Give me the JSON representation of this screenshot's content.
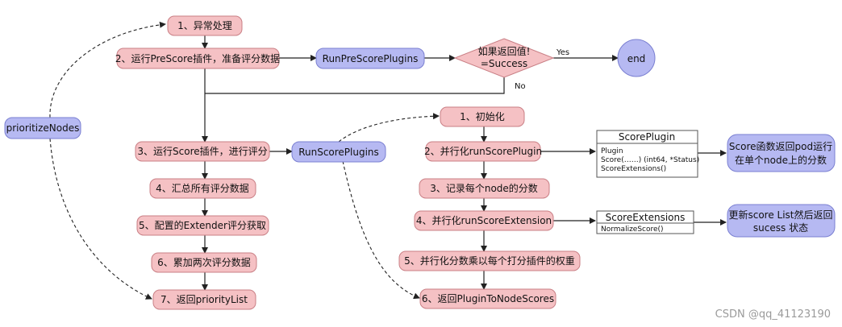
{
  "left_flow": {
    "step1": "1、异常处理",
    "step2": "2、运行PreScore插件，准备评分数据",
    "step3": "3、运行Score插件，进行评分",
    "step4": "4、汇总所有评分数据",
    "step5": "5、配置的Extender评分获取",
    "step6": "6、累加两次评分数据",
    "step7": "7、返回priorityList"
  },
  "prioritize_nodes": "prioritizeNodes",
  "run_prescore": "RunPreScorePlugins",
  "decision": {
    "line1": "如果返回值!",
    "line2": "=Success",
    "yes": "Yes",
    "no": "No"
  },
  "end": "end",
  "run_score": "RunScorePlugins",
  "right_flow": {
    "step1": "1、初始化",
    "step2": "2、并行化runScorePlugin",
    "step3": "3、记录每个node的分数",
    "step4": "4、并行化runScoreExtension",
    "step5": "5、并行化分数乘以每个打分插件的权重",
    "step6": "6、返回PluginToNodeScores"
  },
  "score_plugin_box": {
    "title": "ScorePlugin",
    "line1": "Plugin",
    "line2": "Score(……) (int64, *Status)",
    "line3": "ScoreExtensions()"
  },
  "score_ext_box": {
    "title": "ScoreExtensions",
    "line1": "NormalizeScore()"
  },
  "score_note": {
    "line1": "Score函数返回pod运行",
    "line2": "在单个node上的分数"
  },
  "update_note": {
    "line1": "更新score List然后返回",
    "line2": "sucess 状态"
  },
  "watermark": "CSDN @qq_41123190"
}
